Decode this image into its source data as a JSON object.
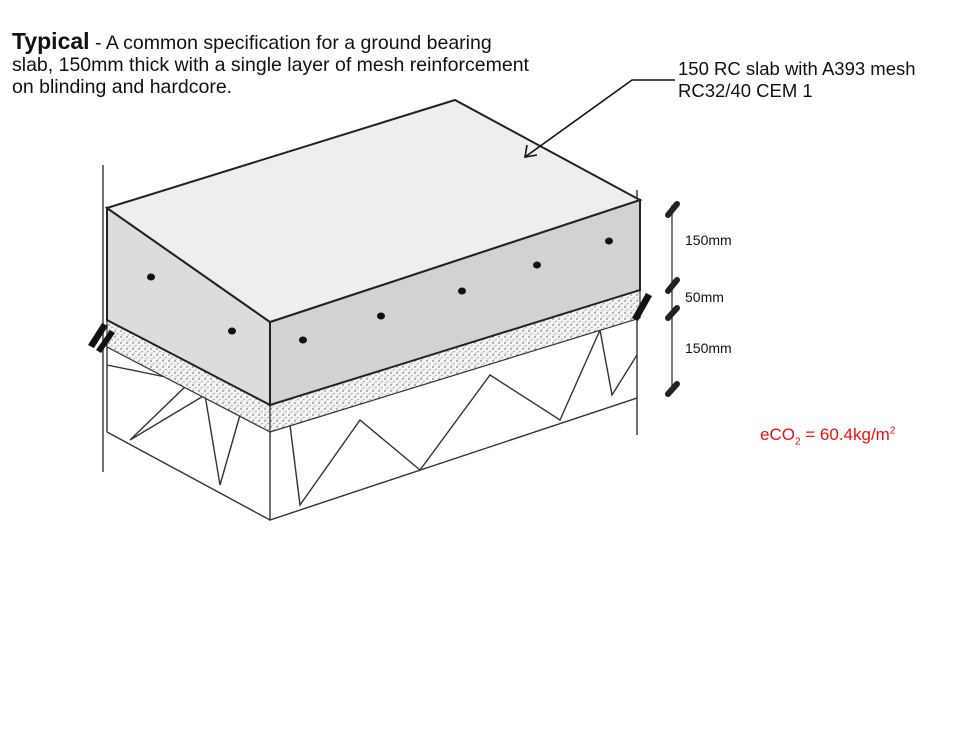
{
  "description": {
    "title": "Typical",
    "separator": " - ",
    "text": "A common specification for a ground bearing slab, 150mm thick with a single layer of mesh reinforcement on blinding and hardcore."
  },
  "callout": {
    "line1": "150 RC slab with A393 mesh",
    "line2": "RC32/40 CEM 1"
  },
  "dimensions": [
    "150mm",
    "50mm",
    "150mm"
  ],
  "carbon": {
    "prefix": "eCO",
    "subscript": "2",
    "middle": " = 60.4kg/m",
    "superscript": "2",
    "color": "#f01010"
  }
}
